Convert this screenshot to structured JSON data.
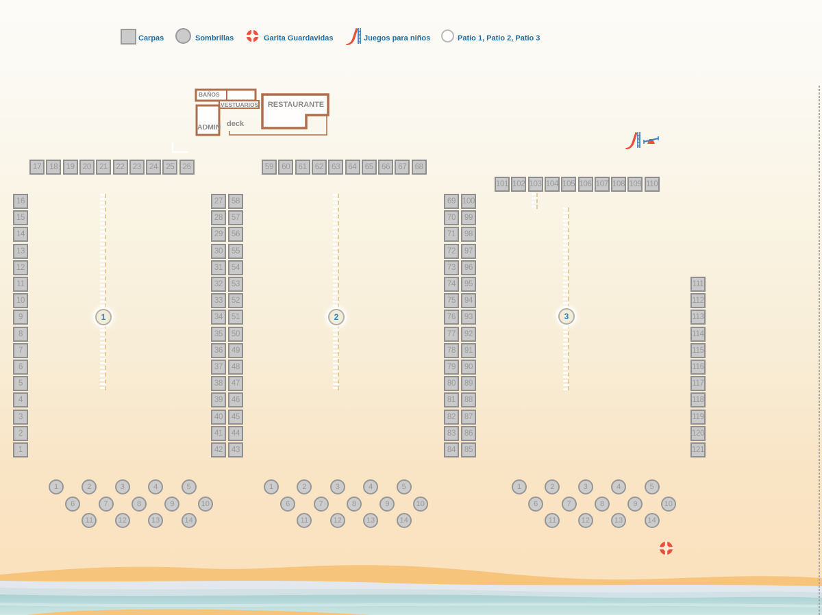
{
  "legend": {
    "carpas": "Carpas",
    "sombrillas": "Sombrillas",
    "garita": "Garita Guardavidas",
    "juegos": "Juegos para niños",
    "patios": "Patio 1, Patio 2, Patio 3"
  },
  "building": {
    "banos": "BAÑOS",
    "vestuarios": "VESTUARIOS",
    "restaurante": "RESTAURANTE",
    "admin": "ADMIN",
    "deck": "deck"
  },
  "carpas": {
    "row_top_left": [
      17,
      18,
      19,
      20,
      21,
      22,
      23,
      24,
      25,
      26
    ],
    "col_far_left": [
      16,
      15,
      14,
      13,
      12,
      11,
      10,
      9,
      8,
      7,
      6,
      5,
      4,
      3,
      2,
      1
    ],
    "pair1_left": [
      27,
      28,
      29,
      30,
      31,
      32,
      33,
      34,
      35,
      36,
      37,
      38,
      39,
      40,
      41,
      42
    ],
    "pair1_right": [
      58,
      57,
      56,
      55,
      54,
      53,
      52,
      51,
      50,
      49,
      48,
      47,
      46,
      45,
      44,
      43
    ],
    "row_top_middle": [
      59,
      60,
      61,
      62,
      63,
      64,
      65,
      66,
      67,
      68
    ],
    "pair2_left": [
      69,
      70,
      71,
      72,
      73,
      74,
      75,
      76,
      77,
      78,
      79,
      80,
      81,
      82,
      83,
      84
    ],
    "pair2_right": [
      100,
      99,
      98,
      97,
      96,
      95,
      94,
      93,
      92,
      91,
      90,
      89,
      88,
      87,
      86,
      85
    ],
    "row_top_right": [
      101,
      102,
      103,
      104,
      105,
      106,
      107,
      108,
      109,
      110
    ],
    "col_far_right": [
      111,
      112,
      113,
      114,
      115,
      116,
      117,
      118,
      119,
      120,
      121
    ]
  },
  "patios": [
    "1",
    "2",
    "3"
  ],
  "sombrillas": {
    "group1": [
      1,
      2,
      3,
      4,
      5,
      6,
      7,
      8,
      9,
      10,
      11,
      12,
      13,
      14
    ],
    "group2": [
      1,
      2,
      3,
      4,
      5,
      6,
      7,
      8,
      9,
      10,
      11,
      12,
      13,
      14
    ],
    "group3": [
      1,
      2,
      3,
      4,
      5,
      6,
      7,
      8,
      9,
      10,
      11,
      12,
      13,
      14
    ]
  },
  "colors": {
    "accent_blue": "#1c6da7",
    "building_brown": "#b06f4a",
    "carpa_fill": "#c9c9c9",
    "carpa_border": "#8f8f8f",
    "number_gray": "#9a9a9a",
    "patio_number_blue": "#2e82b7",
    "lifebuoy_red": "#e8513b",
    "ladder_blue": "#3c7fbf",
    "wave_orange": "#f7c47c",
    "wave_teal": "#add3d7"
  }
}
